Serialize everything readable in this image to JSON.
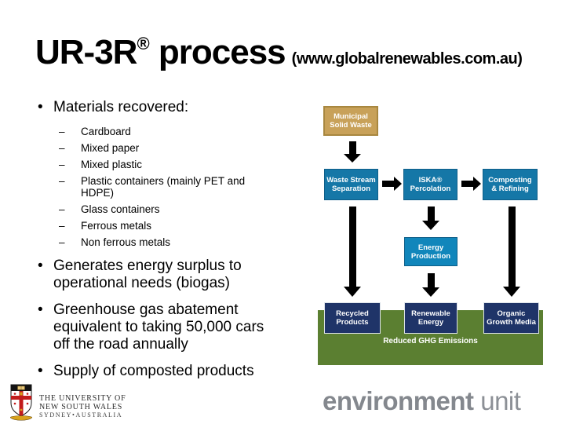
{
  "chars": {
    "bullet": "•",
    "dash": "–"
  },
  "title": {
    "main": "UR-3R",
    "reg": "®",
    "suffix": " process",
    "url": "(www.globalrenewables.com.au)"
  },
  "bullets": {
    "materials_heading": "Materials recovered:",
    "materials_items": [
      "Cardboard",
      "Mixed paper",
      "Mixed plastic",
      "Plastic containers (mainly PET and HDPE)",
      "Glass containers",
      "Ferrous metals",
      "Non ferrous metals"
    ],
    "energy": "Generates energy surplus to operational needs (biogas)",
    "ghg": "Greenhouse gas abatement equivalent to taking 50,000 cars off the road annually",
    "compost": "Supply of composted products"
  },
  "diagram": {
    "boxes": {
      "municipal": "Municipal Solid Waste",
      "waste_stream": "Waste Stream Separation",
      "iska": "ISKA® Percolation",
      "composting": "Composting & Refining",
      "energy_production": "Energy Production",
      "recycled": "Recycled Products",
      "renewable": "Renewable Energy",
      "organic": "Organic Growth Media"
    },
    "band_label": "Reduced GHG Emissions",
    "flow": [
      [
        "Municipal Solid Waste",
        "Waste Stream Separation"
      ],
      [
        "Waste Stream Separation",
        "ISKA® Percolation"
      ],
      [
        "ISKA® Percolation",
        "Composting & Refining"
      ],
      [
        "ISKA® Percolation",
        "Energy Production"
      ],
      [
        "Waste Stream Separation",
        "Recycled Products"
      ],
      [
        "Energy Production",
        "Renewable Energy"
      ],
      [
        "Composting & Refining",
        "Organic Growth Media"
      ]
    ],
    "colors": {
      "input_tan": "#C8A159",
      "process_blue": "#1577A7",
      "energy_blue": "#1186BB",
      "outcome_navy": "#1F3468",
      "band_green": "#5B7F31",
      "arrow_black": "#000000"
    }
  },
  "footer": {
    "university_line1": "THE UNIVERSITY OF",
    "university_line2": "NEW SOUTH WALES",
    "university_line3": "SYDNEY•AUSTRALIA",
    "brand_bold": "environment",
    "brand_light": " unit"
  }
}
